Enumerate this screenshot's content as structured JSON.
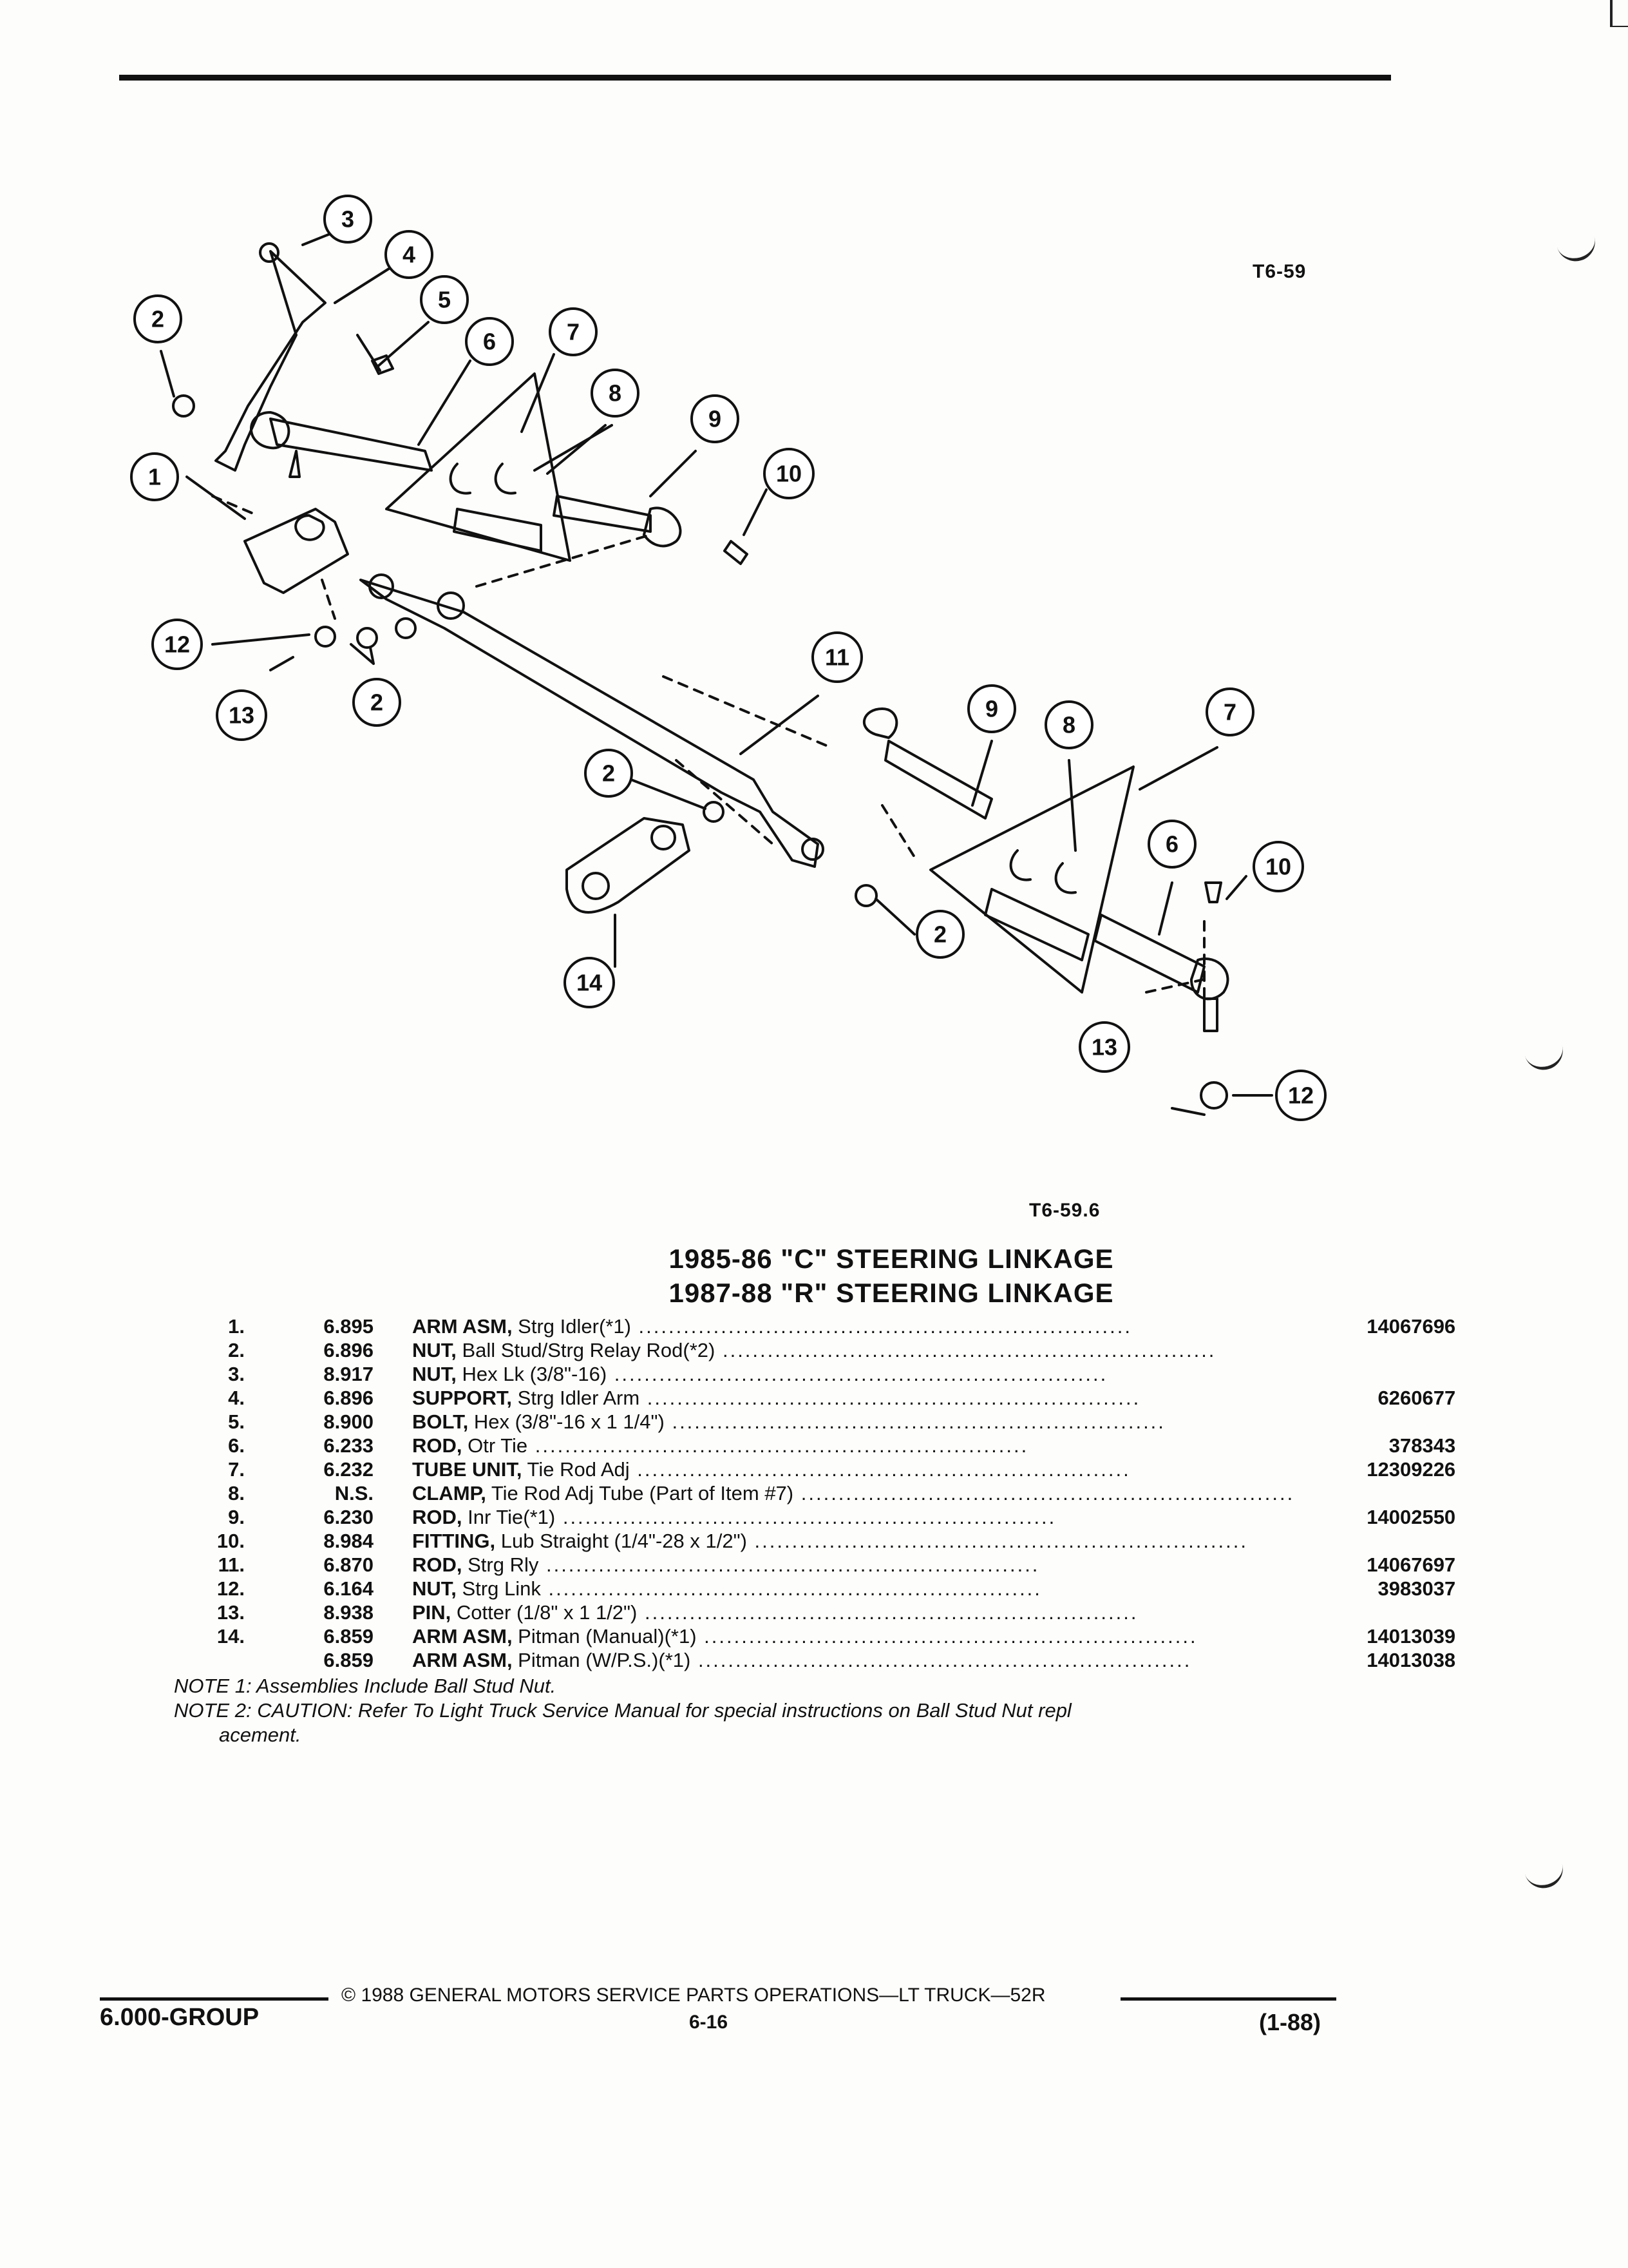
{
  "figure_ids": {
    "top": "T6-59",
    "bottom": "T6-59.6"
  },
  "callouts": [
    "1",
    "2",
    "3",
    "4",
    "5",
    "6",
    "7",
    "8",
    "9",
    "10",
    "11",
    "12",
    "13",
    "14"
  ],
  "titles": [
    "1985-86 \"C\" STEERING LINKAGE",
    "1987-88 \"R\" STEERING LINKAGE"
  ],
  "parts": [
    {
      "index": "1.",
      "group": "6.895",
      "name": "ARM ASM,",
      "desc": " Strg Idler(*1)",
      "part_no": "14067696"
    },
    {
      "index": "2.",
      "group": "6.896",
      "name": "NUT,",
      "desc": " Ball Stud/Strg Relay Rod(*2)",
      "part_no": ""
    },
    {
      "index": "3.",
      "group": "8.917",
      "name": "NUT,",
      "desc": " Hex Lk (3/8\"-16)",
      "part_no": ""
    },
    {
      "index": "4.",
      "group": "6.896",
      "name": "SUPPORT,",
      "desc": " Strg Idler Arm",
      "part_no": "6260677"
    },
    {
      "index": "5.",
      "group": "8.900",
      "name": "BOLT,",
      "desc": " Hex (3/8\"-16 x 1 1/4\")",
      "part_no": ""
    },
    {
      "index": "6.",
      "group": "6.233",
      "name": "ROD,",
      "desc": " Otr Tie",
      "part_no": "378343"
    },
    {
      "index": "7.",
      "group": "6.232",
      "name": "TUBE UNIT,",
      "desc": " Tie Rod Adj",
      "part_no": "12309226"
    },
    {
      "index": "8.",
      "group": "N.S.",
      "name": "CLAMP,",
      "desc": " Tie Rod Adj Tube (Part of Item #7)",
      "part_no": ""
    },
    {
      "index": "9.",
      "group": "6.230",
      "name": "ROD,",
      "desc": " Inr Tie(*1)",
      "part_no": "14002550"
    },
    {
      "index": "10.",
      "group": "8.984",
      "name": "FITTING,",
      "desc": " Lub Straight (1/4\"-28 x 1/2\")",
      "part_no": ""
    },
    {
      "index": "11.",
      "group": "6.870",
      "name": "ROD,",
      "desc": " Strg Rly",
      "part_no": "14067697"
    },
    {
      "index": "12.",
      "group": "6.164",
      "name": "NUT,",
      "desc": " Strg Link",
      "part_no": "3983037"
    },
    {
      "index": "13.",
      "group": "8.938",
      "name": "PIN,",
      "desc": " Cotter (1/8\" x 1 1/2\")",
      "part_no": ""
    },
    {
      "index": "14.",
      "group": "6.859",
      "name": "ARM ASM,",
      "desc": " Pitman (Manual)(*1)",
      "part_no": "14013039"
    },
    {
      "index": "",
      "group": "6.859",
      "name": "ARM ASM,",
      "desc": " Pitman (W/P.S.)(*1)",
      "part_no": "14013038"
    }
  ],
  "notes": [
    "NOTE 1: Assemblies Include Ball Stud Nut.",
    "NOTE 2: CAUTION: Refer To Light Truck Service Manual for special instructions on Ball Stud Nut repl",
    "acement."
  ],
  "footer": {
    "group": "6.000-GROUP",
    "copyright": "© 1988 GENERAL MOTORS SERVICE PARTS OPERATIONS—LT TRUCK—52R",
    "page": "6-16",
    "date": "(1-88)"
  }
}
